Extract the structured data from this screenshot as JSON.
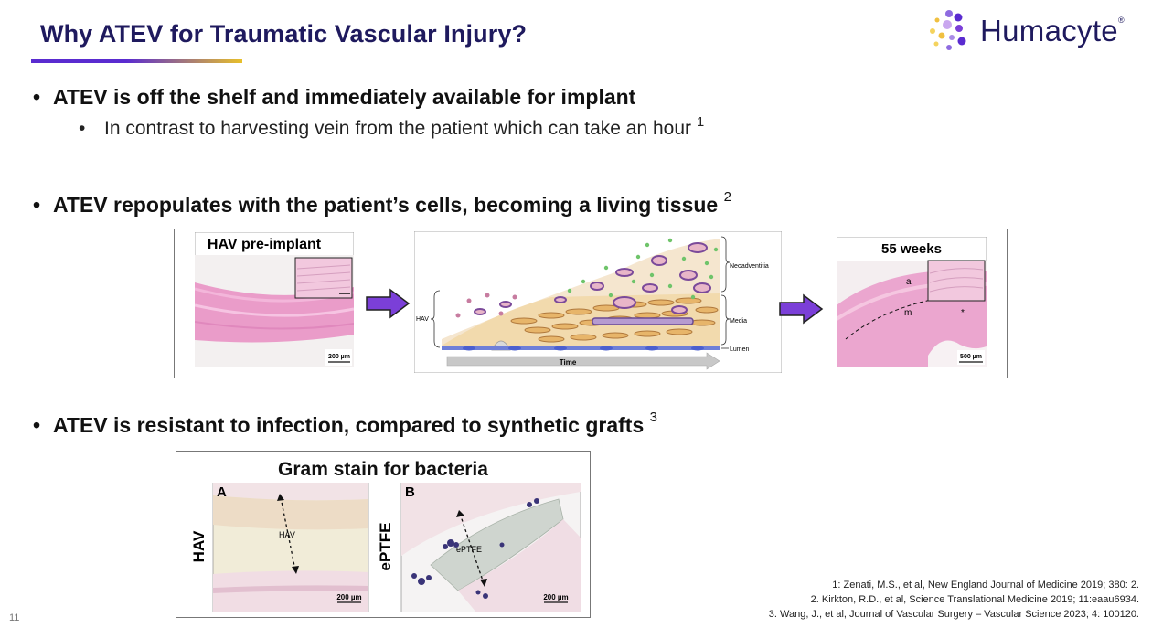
{
  "slide": {
    "title": "Why ATEV for Traumatic Vascular Injury?",
    "page_number": "11",
    "logo": {
      "name": "Humacyte",
      "mark": "®",
      "icon": "dot-cluster-logo-icon"
    }
  },
  "bullets": [
    {
      "text": "ATEV is off the shelf and immediately available for implant",
      "sup": ""
    },
    {
      "text": "ATEV repopulates with the patient’s cells, becoming a living tissue",
      "sup": "2"
    },
    {
      "text": "ATEV is resistant to infection, compared to synthetic grafts",
      "sup": "3"
    }
  ],
  "sub_bullet": {
    "text": "In contrast to harvesting vein from the patient which can take an hour",
    "sup": "1"
  },
  "figure_repopulation": {
    "left_title": "HAV pre-implant",
    "left_scale": "200 µm",
    "diagram_labels": {
      "hav": "HAV",
      "neoadventitia": "Neoadventitia",
      "media": "Media",
      "lumen": "Lumen",
      "time": "Time"
    },
    "right_title": "55 weeks",
    "right_labels": {
      "a": "a",
      "m": "m",
      "star": "*"
    },
    "right_scale": "500 µm"
  },
  "figure_gram": {
    "title": "Gram stain for bacteria",
    "panel_a": {
      "letter": "A",
      "side_label": "HAV",
      "inner_label": "HAV",
      "scale": "200 µm"
    },
    "panel_b": {
      "letter": "B",
      "side_label": "ePTFE",
      "inner_label": "ePTFE",
      "scale": "200 µm"
    }
  },
  "references": [
    "1:  Zenati, M.S., et al, New England Journal of Medicine 2019; 380: 2.",
    "2.  Kirkton, R.D., et al, Science Translational Medicine 2019; 11:eaau6934.",
    "3.  Wang, J., et al, Journal of Vascular Surgery – Vascular Science 2023; 4: 100120."
  ],
  "colors": {
    "title": "#1f1a5e",
    "accent_purple": "#5a2bd0",
    "accent_yellow": "#e8c02a",
    "arrow_purple": "#7b3fd8",
    "tissue_pink": "#e9a6cf"
  }
}
